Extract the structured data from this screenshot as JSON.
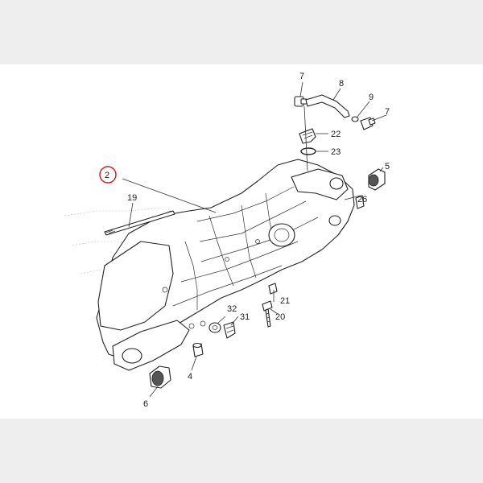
{
  "diagram": {
    "highlight_color": "#cc1f1f",
    "labels": {
      "p2": "2",
      "p4": "4",
      "p5": "5",
      "p6": "6",
      "p7a": "7",
      "p7b": "7",
      "p8": "8",
      "p9": "9",
      "p19": "19",
      "p20": "20",
      "p21": "21",
      "p22": "22",
      "p23": "23",
      "p26": "26",
      "p31": "31",
      "p32": "32"
    }
  }
}
